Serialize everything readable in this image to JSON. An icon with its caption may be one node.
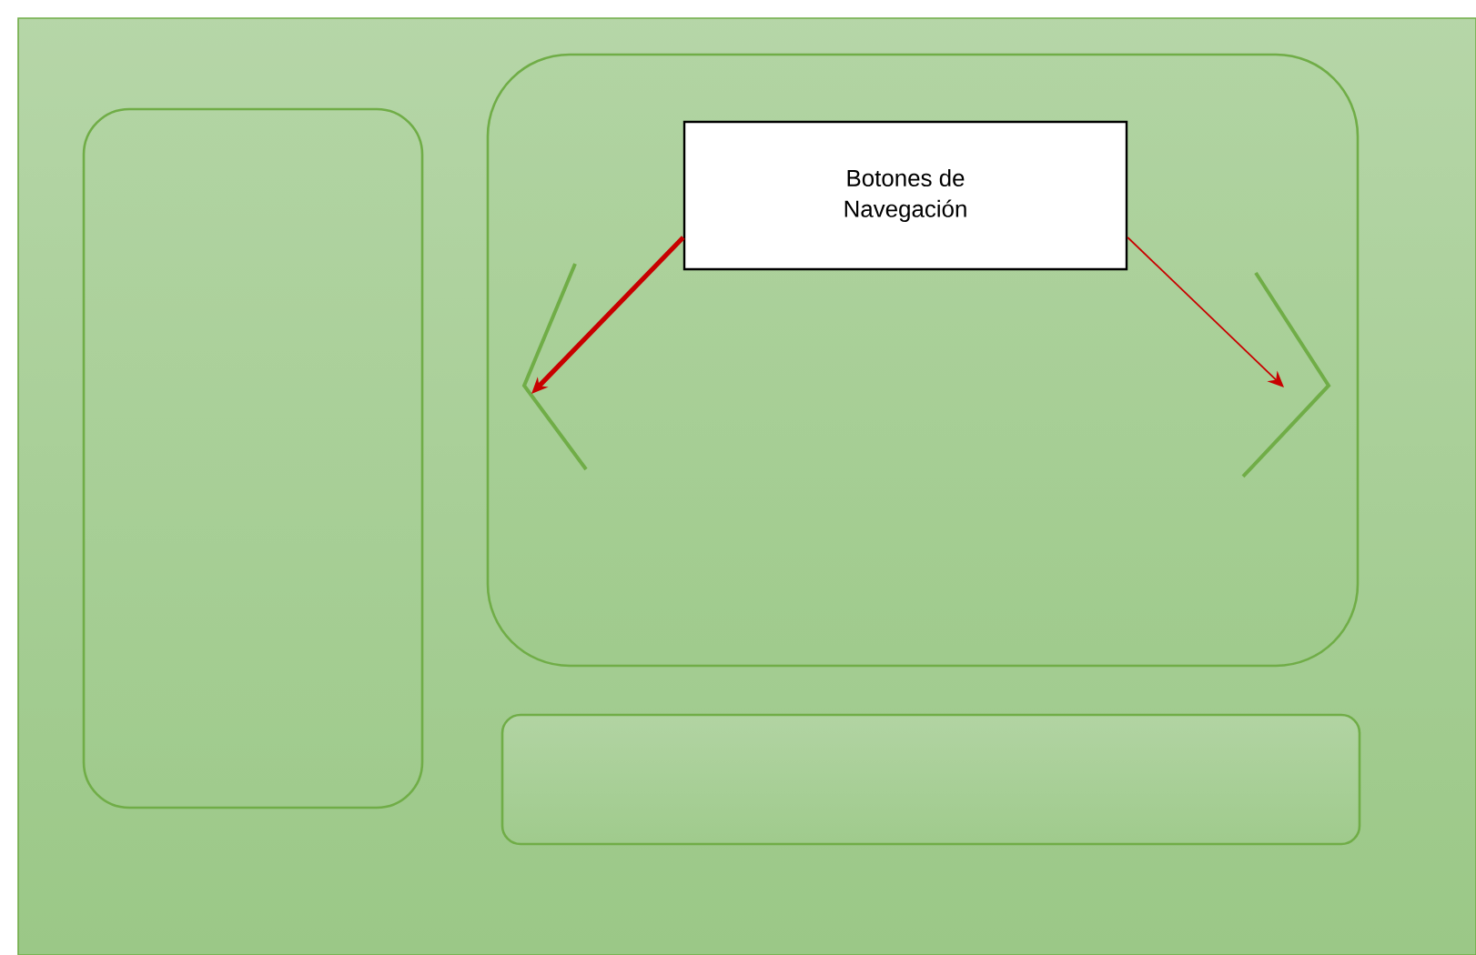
{
  "diagram": {
    "nodes": [
      {
        "text": [],
        "shape": "box"
      },
      {
        "text": [],
        "shape": "box",
        "in": 0
      },
      {
        "text": [],
        "shape": "box",
        "in": 0
      },
      {
        "text": [
          "Botones de Navegación"
        ],
        "in": 2
      },
      {
        "text": [],
        "shape": "chevron",
        "in": 2
      },
      {
        "text": [],
        "shape": "chevron",
        "in": 2
      },
      {
        "text": [],
        "shape": "box",
        "in": 0
      }
    ],
    "edges": [
      {
        "from": 3,
        "to": 4,
        "arrow": "to",
        "style": "thick"
      },
      {
        "from": 3,
        "to": 5,
        "arrow": "to"
      }
    ]
  }
}
